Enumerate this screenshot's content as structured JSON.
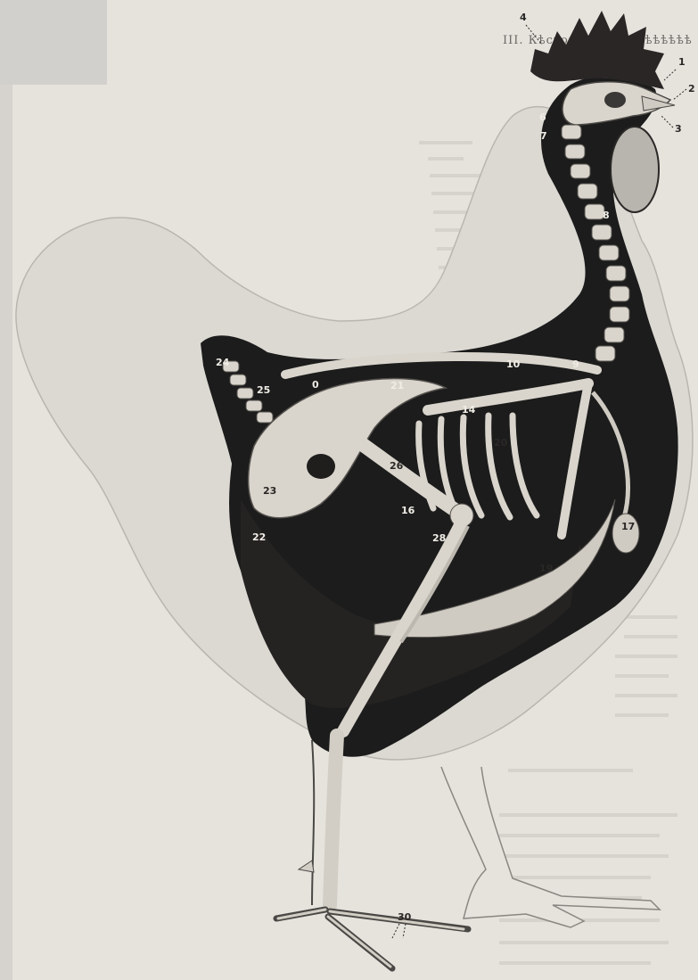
{
  "header": {
    "text": "III. Кѣстонѣкѣѣѣѣ ѣѣѣѣѣѣѣѣ"
  },
  "labels": {
    "l1": "1",
    "l2": "2",
    "l3": "3",
    "l4": "4",
    "l6": "6",
    "l7": "7",
    "l8": "8",
    "l9": "9",
    "l10": "10",
    "l14": "14",
    "l16": "16",
    "l17": "17",
    "l19": "19",
    "l20": "20",
    "l21": "21",
    "l22": "22",
    "l23": "23",
    "l24": "24",
    "l25": "25",
    "l26": "26",
    "l28": "28",
    "l30": "30",
    "l0": "0"
  },
  "colors": {
    "body_dark": "#1f1e1d",
    "bone": "#d9d5cc",
    "feather_outline": "#d8d5cf",
    "paper": "#e6e3dd"
  }
}
